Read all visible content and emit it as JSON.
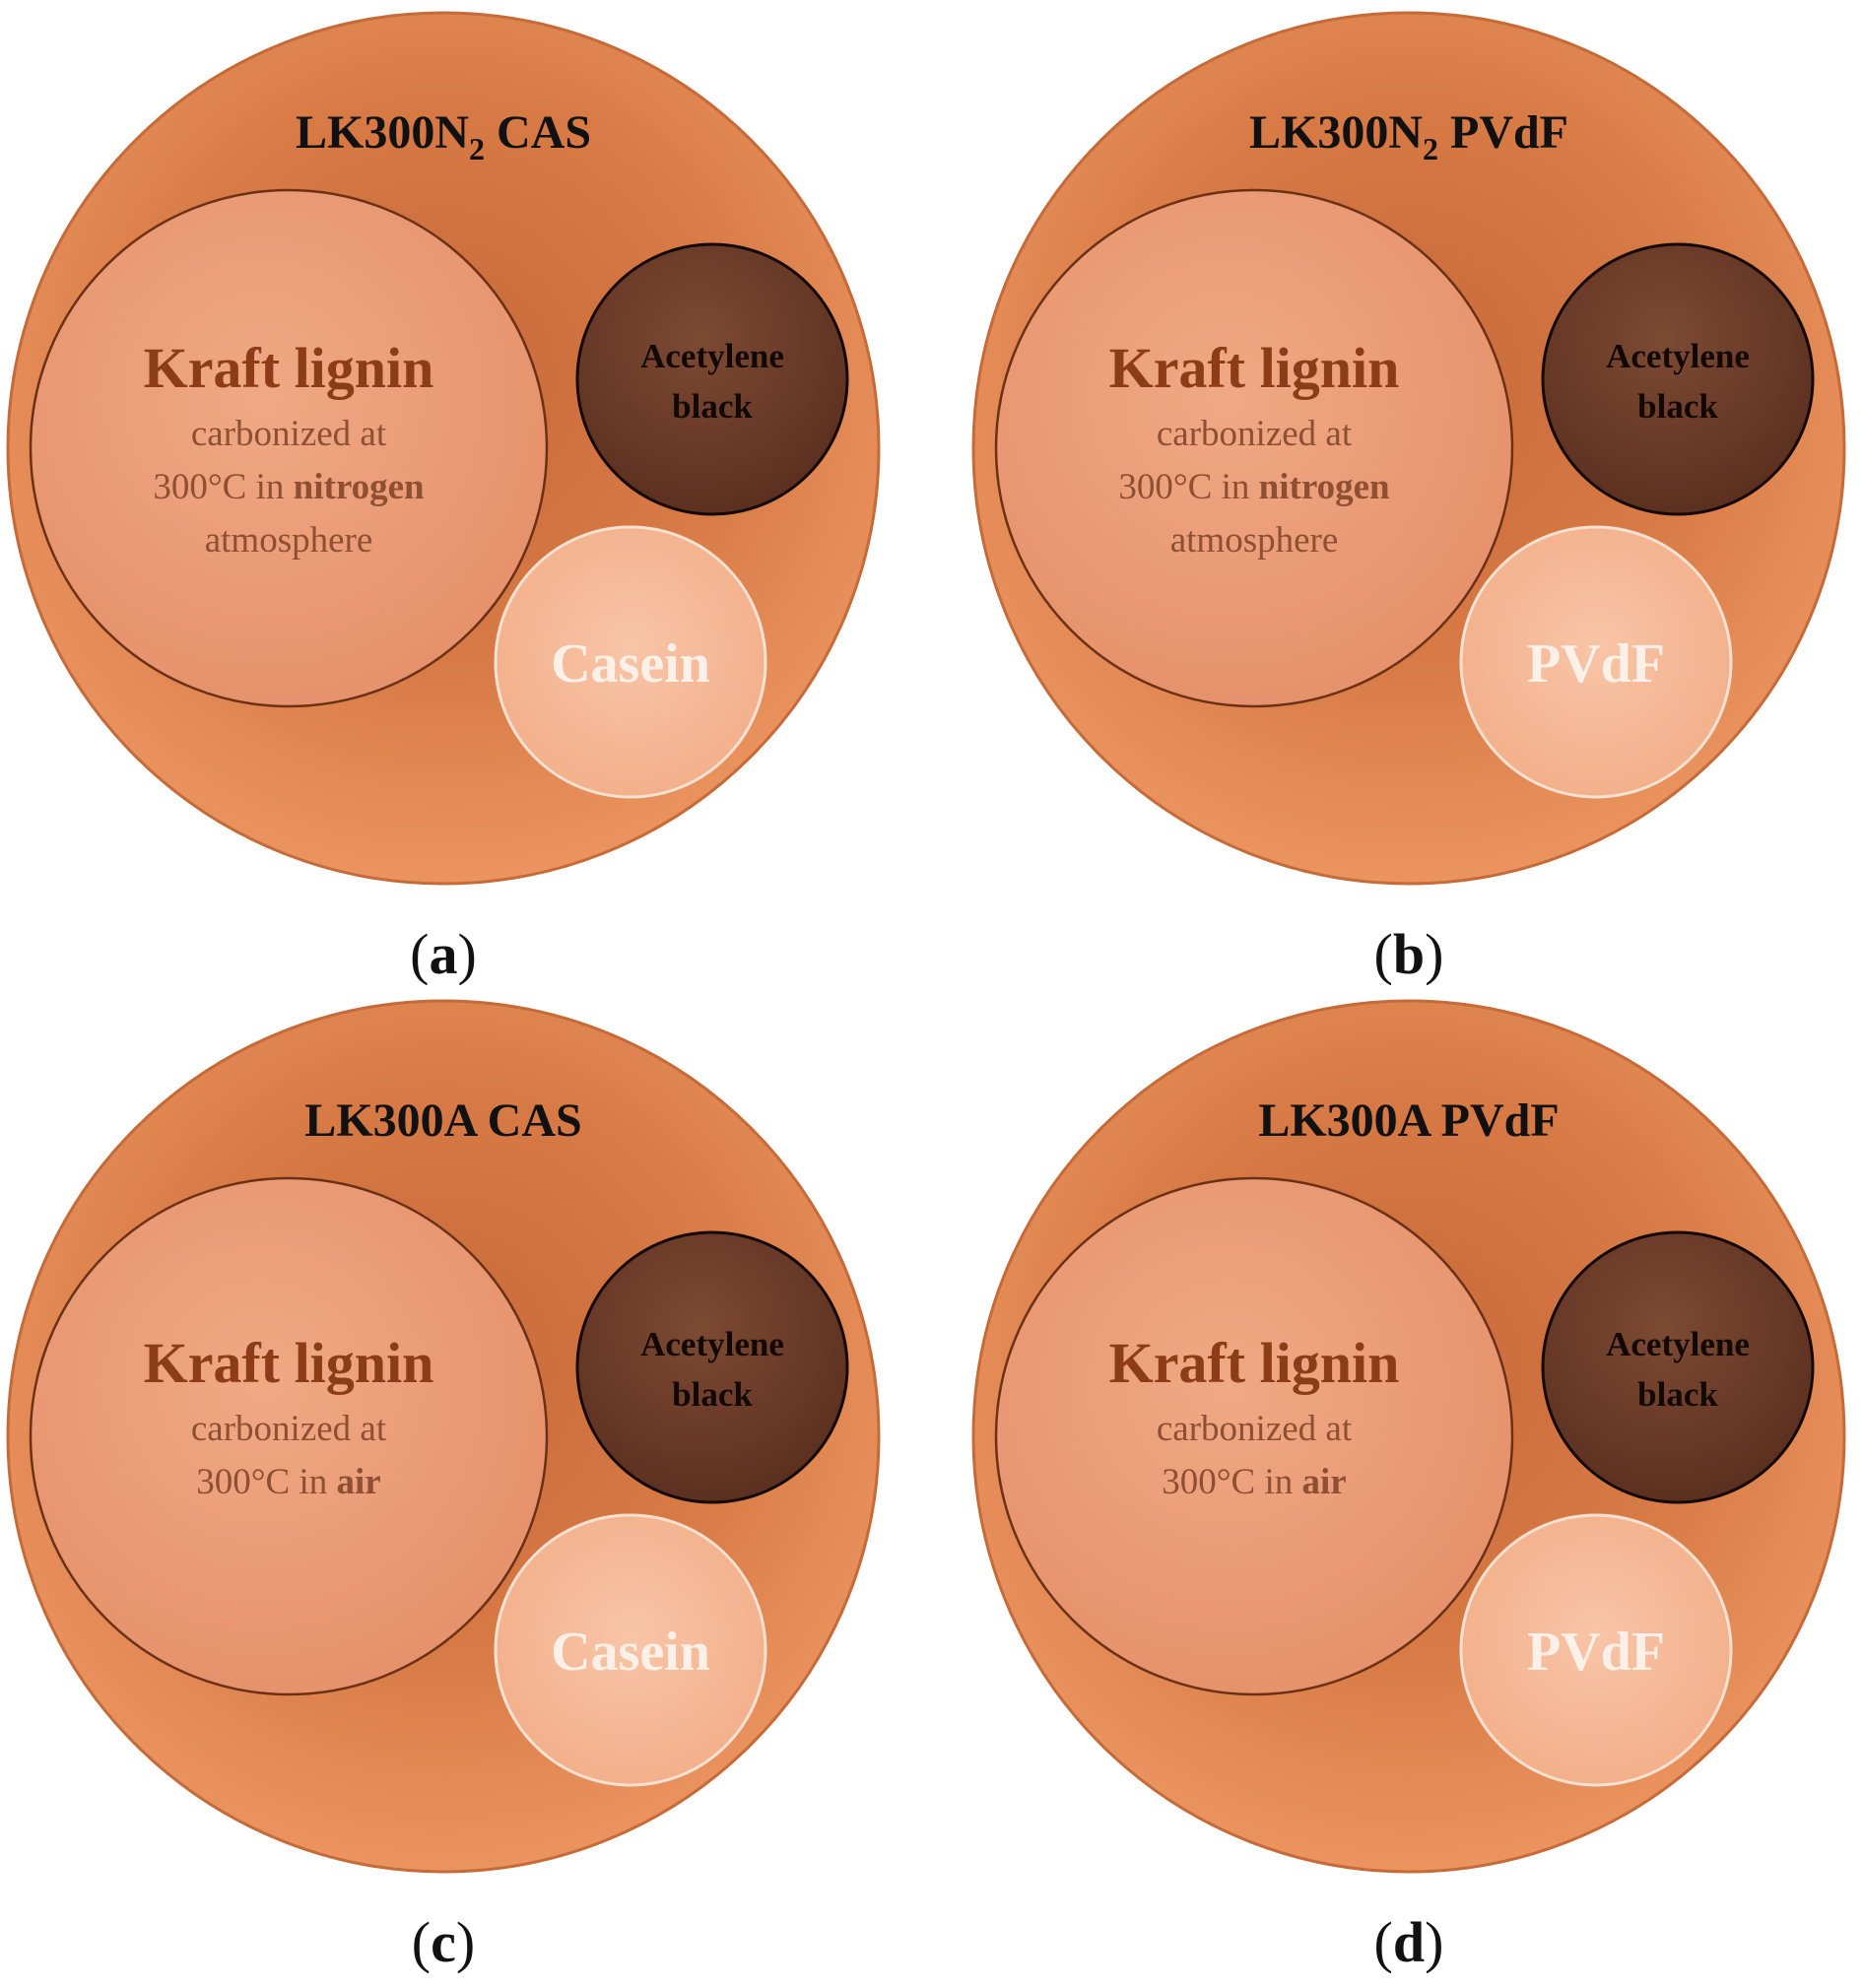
{
  "panels": [
    {
      "title_main": "LK300N",
      "title_sub": "2",
      "title_suffix": " CAS",
      "kraft_title": "Kraft lignin",
      "kraft_line1": "carbonized at",
      "kraft_line2_pre": "300°C in ",
      "kraft_line2_bold": "nitrogen",
      "kraft_line3": "atmosphere",
      "ab_line1": "Acetylene",
      "ab_line2": "black",
      "binder": "Casein",
      "caption_open": "(",
      "caption_letter": "a",
      "caption_close": ")"
    },
    {
      "title_main": "LK300N",
      "title_sub": "2",
      "title_suffix": " PVdF",
      "kraft_title": "Kraft lignin",
      "kraft_line1": "carbonized at",
      "kraft_line2_pre": "300°C in ",
      "kraft_line2_bold": "nitrogen",
      "kraft_line3": "atmosphere",
      "ab_line1": "Acetylene",
      "ab_line2": "black",
      "binder": "PVdF",
      "caption_open": "(",
      "caption_letter": "b",
      "caption_close": ")"
    },
    {
      "title_main": "LK300A CAS",
      "title_sub": "",
      "title_suffix": "",
      "kraft_title": "Kraft lignin",
      "kraft_line1": "carbonized at",
      "kraft_line2_pre": "300°C in ",
      "kraft_line2_bold": "air",
      "kraft_line3": "",
      "ab_line1": "Acetylene",
      "ab_line2": "black",
      "binder": "Casein",
      "caption_open": "(",
      "caption_letter": "c",
      "caption_close": ")"
    },
    {
      "title_main": "LK300A PVdF",
      "title_sub": "",
      "title_suffix": "",
      "kraft_title": "Kraft lignin",
      "kraft_line1": "carbonized at",
      "kraft_line2_pre": "300°C in ",
      "kraft_line2_bold": "air",
      "kraft_line3": "",
      "ab_line1": "Acetylene",
      "ab_line2": "black",
      "binder": "PVdF",
      "caption_open": "(",
      "caption_letter": "d",
      "caption_close": ")"
    }
  ],
  "colors": {
    "electrode": "#e0834a",
    "kraft_lignin": "#eca07e",
    "acetylene_black": "#6e3e28",
    "binder": "#f7c1a2",
    "outline": "#5a2a12"
  }
}
